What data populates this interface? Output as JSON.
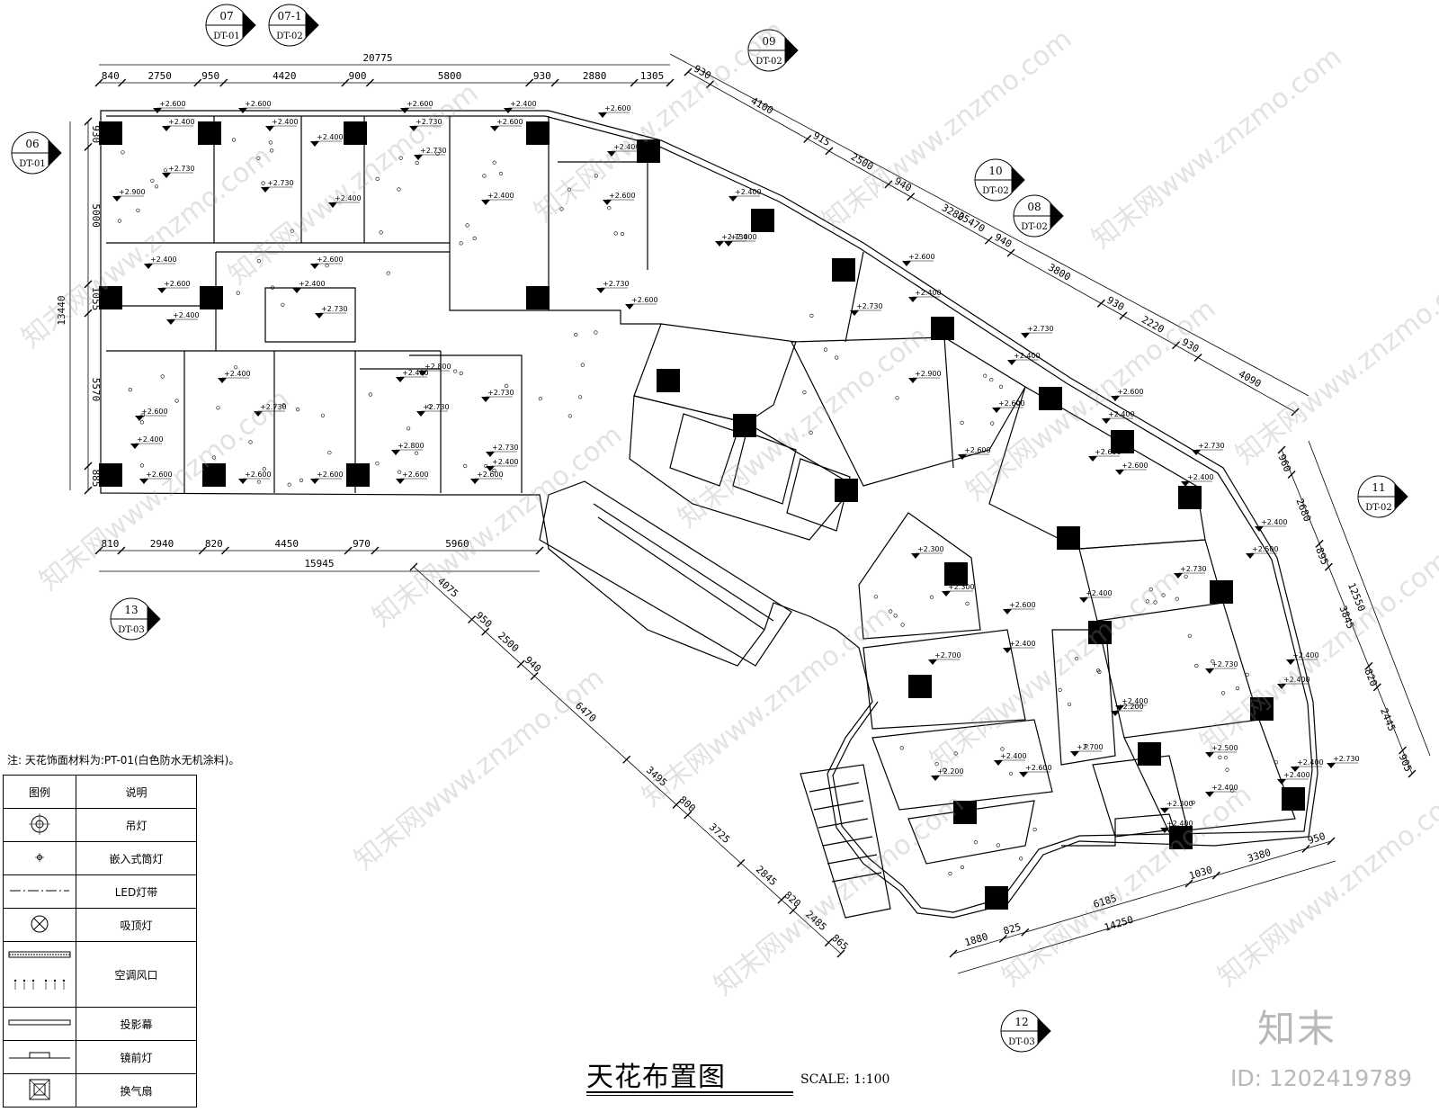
{
  "note": "注: 天花饰面材料为:PT-01(白色防水无机涂料)。",
  "legend": {
    "header": [
      "图例",
      "说明"
    ],
    "items": [
      {
        "icon": "pendant-lamp-icon",
        "label": "吊灯"
      },
      {
        "icon": "recessed-downlight-icon",
        "label": "嵌入式筒灯"
      },
      {
        "icon": "led-strip-icon",
        "label": "LED灯带"
      },
      {
        "icon": "ceiling-lamp-icon",
        "label": "吸顶灯"
      },
      {
        "icon": "air-vent-icon",
        "label": "空调风口"
      },
      {
        "icon": "projection-screen-icon",
        "label": "投影幕"
      },
      {
        "icon": "mirror-lamp-icon",
        "label": "镜前灯"
      },
      {
        "icon": "exhaust-fan-icon",
        "label": "换气扇"
      }
    ]
  },
  "title": "天花布置图",
  "scale": "SCALE: 1:100",
  "brand": "知末",
  "watermark_id": "ID: 1202419789",
  "watermark_text": "知末网www.znzmo.com",
  "section_tags": [
    {
      "num": "07",
      "ref": "DT-01"
    },
    {
      "num": "07-1",
      "ref": "DT-02"
    },
    {
      "num": "06",
      "ref": "DT-01"
    },
    {
      "num": "09",
      "ref": "DT-02"
    },
    {
      "num": "10",
      "ref": "DT-02"
    },
    {
      "num": "08",
      "ref": "DT-02"
    },
    {
      "num": "11",
      "ref": "DT-02"
    },
    {
      "num": "13",
      "ref": "DT-03"
    },
    {
      "num": "12",
      "ref": "DT-03"
    }
  ],
  "dims_top": {
    "total": "20775",
    "segments": [
      "840",
      "2750",
      "950",
      "4420",
      "900",
      "5800",
      "930",
      "2880",
      "1305"
    ]
  },
  "dims_left": {
    "total": "13440",
    "segments": [
      "930",
      "5000",
      "1055",
      "5570",
      "885"
    ]
  },
  "dims_bottom": {
    "total": "15945",
    "segments": [
      "810",
      "2940",
      "820",
      "4450",
      "970",
      "5960"
    ]
  },
  "dims_diag_top": {
    "total": "25470",
    "segments": [
      "930",
      "4100",
      "915",
      "2500",
      "940",
      "3280",
      "940",
      "3800",
      "930",
      "2220",
      "930",
      "4090"
    ]
  },
  "dims_right": {
    "total": "12550",
    "segments": [
      "960",
      "2680",
      "895",
      "3845",
      "820",
      "2445",
      "905"
    ]
  },
  "dims_lower_right": {
    "total": "14250",
    "segments": [
      "1880",
      "825",
      "6185",
      "1030",
      "3380",
      "950"
    ]
  },
  "dims_lower_diag": {
    "segments": [
      "4075",
      "950",
      "2500",
      "940",
      "6470",
      "3495",
      "800",
      "3725",
      "2845",
      "820",
      "2485",
      "865"
    ]
  },
  "elevations": [
    "+2.600",
    "+2.400",
    "+2.730",
    "+2.900",
    "+2.600",
    "+2.400",
    "+2.730",
    "+2.400",
    "+2.400",
    "+2.730",
    "+2.600",
    "+2.730",
    "+2.400",
    "+2.600",
    "+2.400",
    "+2.600",
    "+2.400",
    "+2.600",
    "+2.400",
    "+2.400",
    "+2.730",
    "+2.400",
    "+2.730",
    "+2.600",
    "+2.400",
    "+2.730",
    "+2.400",
    "+2.800",
    "+2.730",
    "+2.800",
    "+2.730",
    "+2.400",
    "+2.600",
    "+2.600",
    "+2.600",
    "+2.600",
    "+2.600",
    "+2.600",
    "+2.400",
    "+2.600",
    "+2.730",
    "+2.600",
    "+2.400",
    "+2.400",
    "+2.730",
    "+2.600",
    "+2.400",
    "+2.730",
    "+2.730",
    "+2.400",
    "+2.600",
    "+2.900",
    "+2.600",
    "+2.600",
    "+2.400",
    "+2.730",
    "+2.600",
    "+2.400",
    "+2.600",
    "+2.400",
    "+2.500",
    "+2.300",
    "+2.300",
    "+2.600",
    "+2.700",
    "+2.730",
    "+2.400",
    "+2.400",
    "+2.400",
    "+2.730",
    "+2.400",
    "+2.200",
    "+2.400",
    "+2.600",
    "+2.700",
    "+2.300",
    "+2.500",
    "+2.400",
    "+2.400",
    "+2.400",
    "+2.730",
    "+2.400",
    "+2.200",
    "+2.400"
  ]
}
